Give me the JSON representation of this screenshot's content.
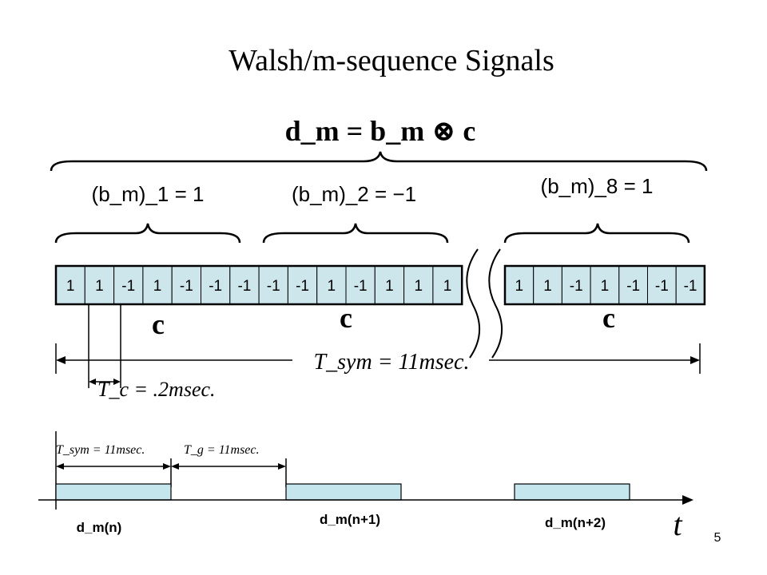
{
  "slide": {
    "title": "Walsh/m-sequence Signals",
    "page_number": "5"
  },
  "equation": {
    "main": "d_m = b_m ⊗ c",
    "bits": [
      "(b_m)_1 = 1",
      "(b_m)_2 = −1",
      "(b_m)_8 = 1"
    ]
  },
  "sequence": {
    "block1": [
      "1",
      "1",
      "-1",
      "1",
      "-1",
      "-1",
      "-1"
    ],
    "block2": [
      "-1",
      "-1",
      "1",
      "-1",
      "1",
      "1",
      "1"
    ],
    "block3": [
      "1",
      "1",
      "-1",
      "1",
      "-1",
      "-1",
      "-1"
    ],
    "code_label": "c",
    "fill_color": "#ffffff",
    "cell_bg": "#cde6ec"
  },
  "timing": {
    "t_sym": "T_sym = 11msec.",
    "t_c": "T_c = .2msec.",
    "t_sym_small": "T_sym = 11msec.",
    "t_g_small": "T_g = 11msec."
  },
  "pulses": {
    "labels": [
      "d_m(n)",
      "d_m(n+1)",
      "d_m(n+2)"
    ],
    "axis_label": "t",
    "color": "#c6e6ee"
  }
}
